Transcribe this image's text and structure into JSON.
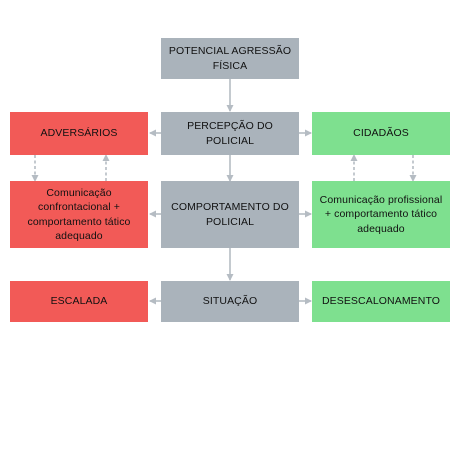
{
  "colors": {
    "gray": "#aab3bb",
    "red": "#f25a57",
    "green": "#7ee08f",
    "arrow": "#b5bcc3"
  },
  "nodes": {
    "potencial": "POTENCIAL AGRESSÃO FÍSICA",
    "percepcao": "PERCEPÇÃO DO POLICIAL",
    "adversarios": "ADVERSÁRIOS",
    "cidadaos": "CIDADÃOS",
    "comunicacao_confrontacional": "Comunicação confrontacional + comportamento tático adequado",
    "comportamento": "COMPORTAMENTO DO POLICIAL",
    "comunicacao_profissional": "Comunicação profissional + comportamento tático adequado",
    "escalada": "ESCALADA",
    "situacao": "SITUAÇÃO",
    "desescalonamento": "DESESCALONAMENTO"
  },
  "edges": [
    {
      "from": "potencial",
      "to": "percepcao",
      "style": "solid"
    },
    {
      "from": "percepcao",
      "to": "adversarios",
      "style": "solid"
    },
    {
      "from": "percepcao",
      "to": "cidadaos",
      "style": "solid"
    },
    {
      "from": "percepcao",
      "to": "comportamento",
      "style": "solid"
    },
    {
      "from": "comportamento",
      "to": "comunicacao_confrontacional",
      "style": "solid"
    },
    {
      "from": "comportamento",
      "to": "comunicacao_profissional",
      "style": "solid"
    },
    {
      "from": "comportamento",
      "to": "situacao",
      "style": "solid"
    },
    {
      "from": "situacao",
      "to": "escalada",
      "style": "solid"
    },
    {
      "from": "situacao",
      "to": "desescalonamento",
      "style": "solid"
    },
    {
      "from": "adversarios",
      "to": "comunicacao_confrontacional",
      "style": "dashed"
    },
    {
      "from": "comunicacao_confrontacional",
      "to": "adversarios",
      "style": "dashed"
    },
    {
      "from": "cidadaos",
      "to": "comunicacao_profissional",
      "style": "dashed"
    },
    {
      "from": "comunicacao_profissional",
      "to": "cidadaos",
      "style": "dashed"
    }
  ]
}
